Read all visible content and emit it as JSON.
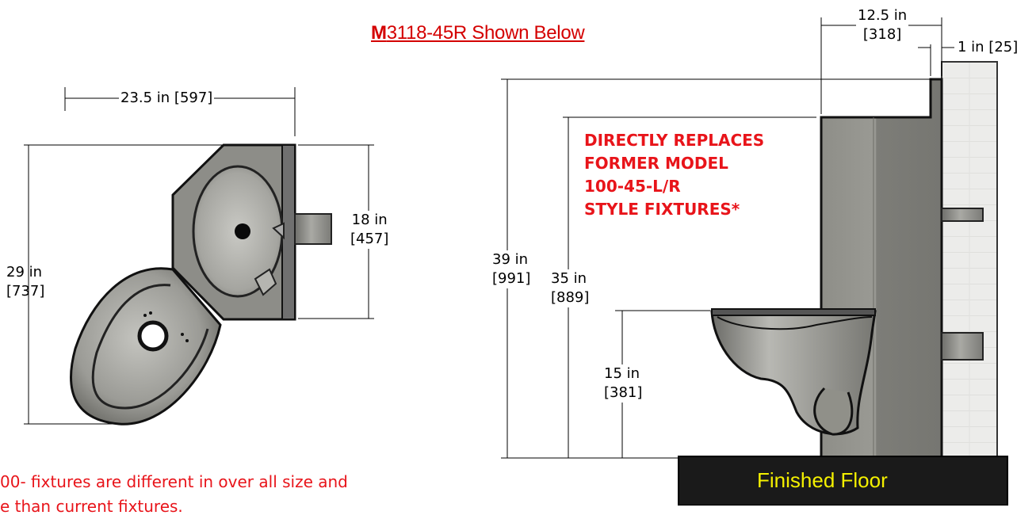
{
  "title": {
    "prefix": "M",
    "model": "3118-45R Shown Below"
  },
  "plan_view": {
    "width_label": "23.5 in [597]",
    "depth_label_in": "29 in",
    "depth_label_mm": "[737]",
    "lavatory_depth_in": "18 in",
    "lavatory_depth_mm": "[457]"
  },
  "elevation_view": {
    "total_height_in": "39 in",
    "total_height_mm": "[991]",
    "chase_height_in": "35 in",
    "chase_height_mm": "[889]",
    "bowl_height_in": "15 in",
    "bowl_height_mm": "[381]",
    "top_depth_in": "12.5 in",
    "top_depth_mm": "[318]",
    "wall_gap": "1 in [25]"
  },
  "callout": {
    "line1": "DIRECTLY REPLACES",
    "line2": "FORMER MODEL",
    "line3": "100-45-L/R",
    "line4": "STYLE FIXTURES*"
  },
  "footnote": {
    "line1": "00- fixtures are different in over all size and",
    "line2": "e than current fixtures."
  },
  "floor": {
    "label": "Finished Floor"
  },
  "colors": {
    "accent_red": "#e8141a",
    "floor_text": "#f4f000",
    "steel": "#8a8a84",
    "floor_fill": "#1a1a1a"
  }
}
